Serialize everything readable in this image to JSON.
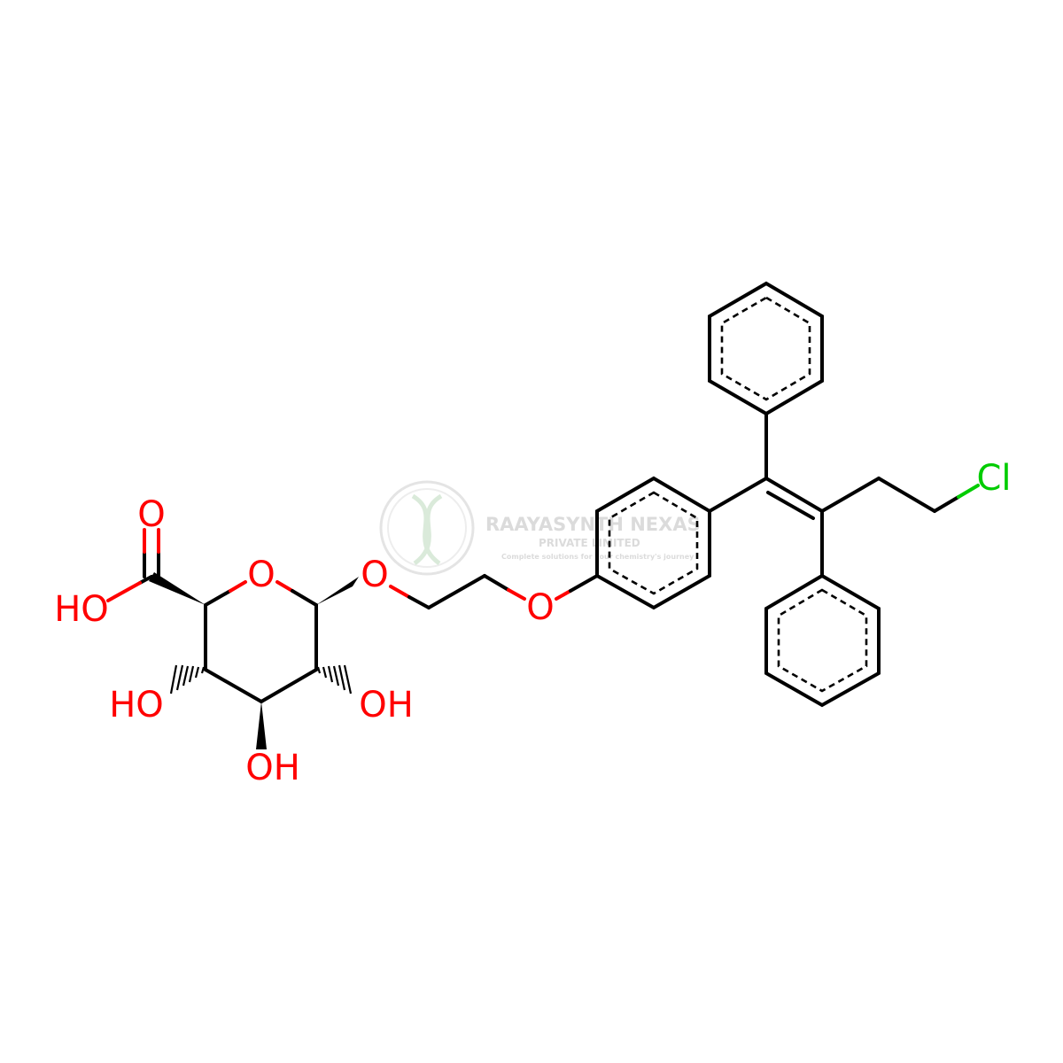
{
  "atoms": {
    "carboxyl_o": "O",
    "carboxyl_oh": "HO",
    "ring_o": "O",
    "glyco_o": "O",
    "ether_o": "O",
    "oh_c2": "OH",
    "oh_c3": "OH",
    "oh_c4": "HO",
    "chlorine": "Cl"
  },
  "watermark": {
    "company": "RAAYASYNTH NEXAS",
    "sub": "PRIVATE LIMITED",
    "tagline": "Complete solutions for your chemistry's journey"
  },
  "colors": {
    "bond": "#000000",
    "oxygen": "#ff0000",
    "chlorine": "#00cc00",
    "watermark": "#d8d8d8"
  }
}
